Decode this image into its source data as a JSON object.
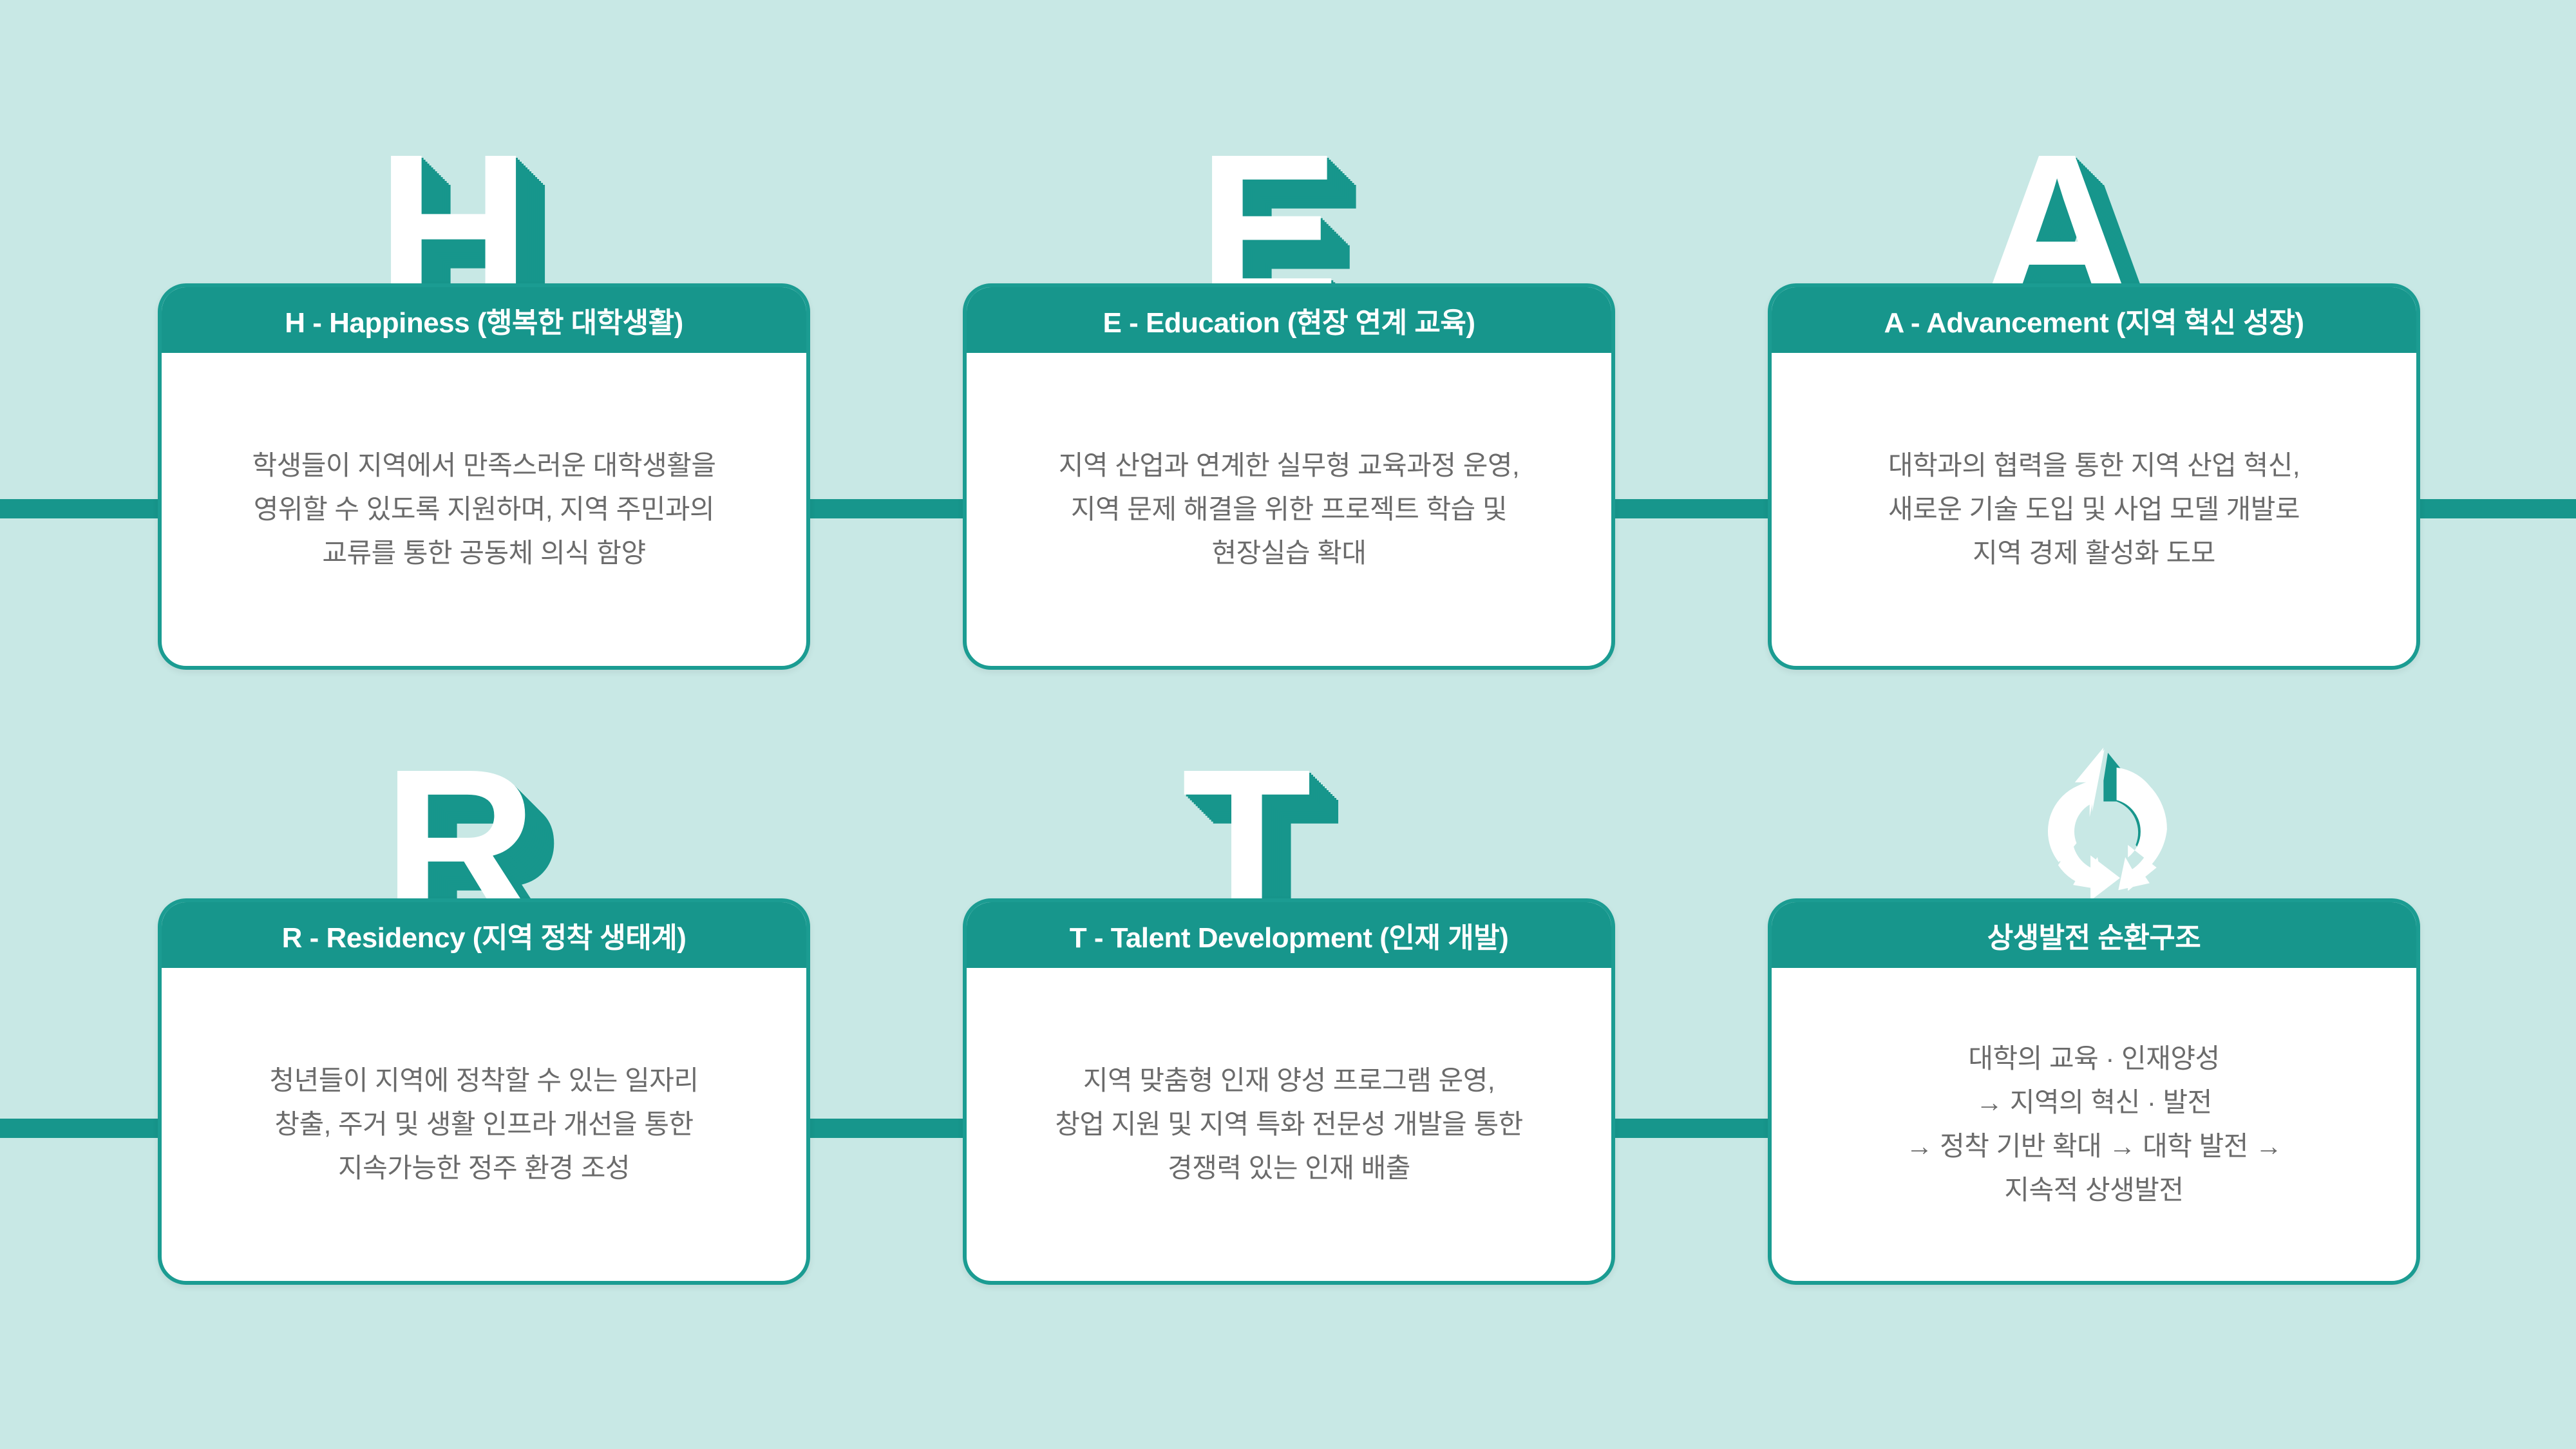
{
  "theme": {
    "background": "#c8e8e5",
    "primary": "#17968c",
    "border": "#1b9c92",
    "card_background": "#ffffff",
    "header_text": "#ffffff",
    "body_text": "#6b6b6b"
  },
  "cards": [
    {
      "id": "h",
      "letter": "H",
      "icon": "letter-h-3d",
      "title": "H - Happiness (행복한 대학생활)",
      "body": "학생들이 지역에서 만족스러운 대학생활을\n영위할 수 있도록 지원하며, 지역 주민과의\n교류를 통한 공동체 의식 함양"
    },
    {
      "id": "e",
      "letter": "E",
      "icon": "letter-e-3d",
      "title": "E - Education (현장 연계 교육)",
      "body": "지역 산업과 연계한 실무형 교육과정 운영,\n지역 문제 해결을 위한 프로젝트 학습 및\n현장실습 확대"
    },
    {
      "id": "a",
      "letter": "A",
      "icon": "letter-a-3d",
      "title": "A - Advancement (지역 혁신 성장)",
      "body": "대학과의 협력을 통한 지역 산업 혁신,\n새로운 기술 도입 및 사업 모델 개발로\n지역 경제 활성화 도모"
    },
    {
      "id": "r",
      "letter": "R",
      "icon": "letter-r-3d",
      "title": "R - Residency (지역 정착 생태계)",
      "body": "청년들이 지역에 정착할 수 있는 일자리\n창출, 주거 및 생활 인프라 개선을 통한\n지속가능한 정주 환경 조성"
    },
    {
      "id": "t",
      "letter": "T",
      "icon": "letter-t-3d",
      "title": "T - Talent Development (인재 개발)",
      "body": "지역 맞춤형 인재 양성 프로그램 운영,\n창업 지원 및 지역 특화 전문성 개발을 통한\n경쟁력 있는 인재 배출"
    },
    {
      "id": "c",
      "letter": "",
      "icon": "recycle-arrows-icon",
      "title": "상생발전 순환구조",
      "body": "대학의 교육 · 인재양성\n→ 지역의 혁신 · 발전\n→ 정착 기반 확대 → 대학 발전 →\n지속적 상생발전"
    }
  ]
}
